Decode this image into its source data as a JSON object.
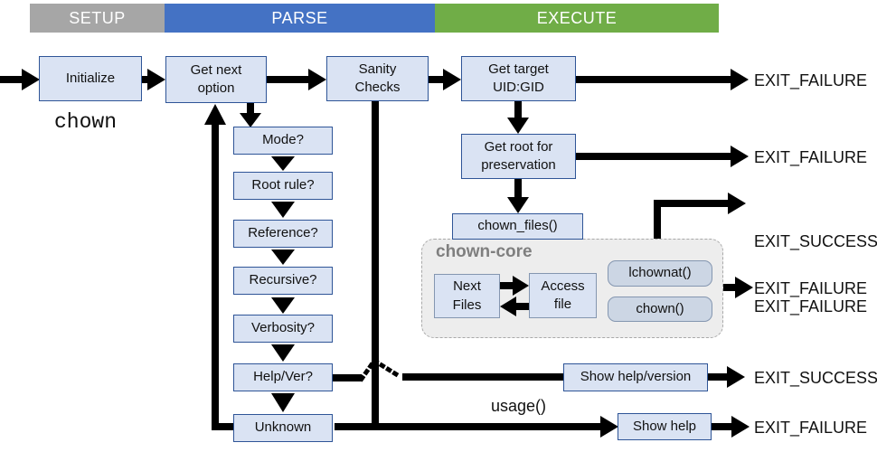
{
  "header": {
    "segments": [
      {
        "id": "setup",
        "label": "SETUP"
      },
      {
        "id": "parse",
        "label": "PARSE"
      },
      {
        "id": "execute",
        "label": "EXECUTE"
      }
    ]
  },
  "annotations": {
    "command": "chown",
    "usage_label": "usage()",
    "group_label": "chown-core"
  },
  "nodes": {
    "initialize": "Initialize",
    "get_next_option": "Get next option",
    "sanity_checks": "Sanity Checks",
    "get_target": "Get target UID:GID",
    "get_root": "Get root for preservation",
    "chown_files": "chown_files()",
    "next_files": "Next Files",
    "access_file": "Access file",
    "lchownat": "lchownat()",
    "chown_call": "chown()",
    "show_help_version": "Show help/version",
    "show_help": "Show help"
  },
  "parse_options": [
    "Mode?",
    "Root rule?",
    "Reference?",
    "Recursive?",
    "Verbosity?",
    "Help/Ver?",
    "Unknown"
  ],
  "exits": [
    "EXIT_FAILURE",
    "EXIT_FAILURE",
    "EXIT_SUCCESS",
    "EXIT_FAILURE",
    "EXIT_FAILURE",
    "EXIT_SUCCESS",
    "EXIT_FAILURE"
  ],
  "colors": {
    "setup": "#a6a6a6",
    "parse": "#4472c4",
    "execute": "#70ad47",
    "node-fill": "#dae3f3",
    "node-border": "#2f5597",
    "inner-border": "#8496b0",
    "button-fill": "#ccd6e4",
    "group-fill": "#ededed",
    "group-border": "#a9a9a9",
    "group-label": "#7f7f7f",
    "arrow": "#000000"
  }
}
